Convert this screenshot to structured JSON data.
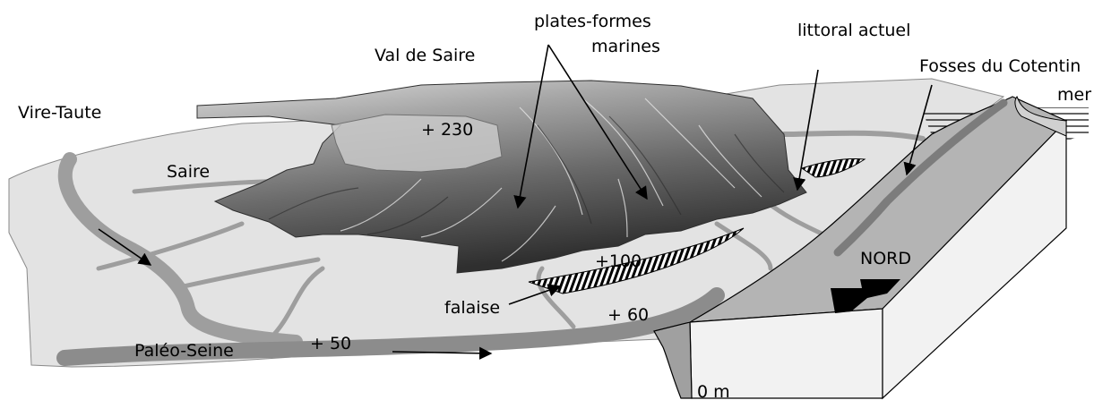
{
  "labels": {
    "val_de_saire": "Val de Saire",
    "plates_formes": "plates-formes",
    "marines": "marines",
    "littoral_actuel": "littoral actuel",
    "fosses_cotentin": "Fosses du Cotentin",
    "mer": "mer",
    "vire_taute": "Vire-Taute",
    "saire": "Saire",
    "elev_230": "+ 230",
    "elev_100": "+100",
    "nord": "NORD",
    "falaise": "falaise",
    "elev_60": "+ 60",
    "paleo_seine": "Paléo-Seine",
    "elev_50": "+ 50",
    "zero_m": "0 m"
  },
  "colors": {
    "plain": "#e3e3e3",
    "valley": "#9e9e9e",
    "block_top": "#b4b4b4",
    "block_side": "#f2f2f2",
    "relief_dark": "#3e3e3e",
    "relief_light": "#d6d6d6",
    "arrow": "#000000"
  },
  "icons": {
    "north_arrow": "north-arrow-icon"
  }
}
